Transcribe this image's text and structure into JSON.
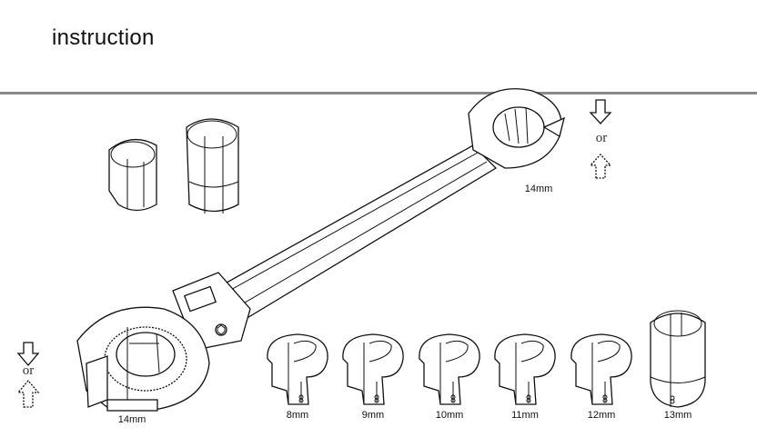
{
  "header": {
    "title": "instruction"
  },
  "wrench": {
    "top_head_label": "14mm",
    "ratchet_head_label": "14mm"
  },
  "direction_hints": {
    "top_or": "or",
    "left_or": "or"
  },
  "sockets": [
    {
      "label": "8mm"
    },
    {
      "label": "9mm"
    },
    {
      "label": "10mm"
    },
    {
      "label": "11mm"
    },
    {
      "label": "12mm"
    },
    {
      "label": "13mm"
    }
  ]
}
